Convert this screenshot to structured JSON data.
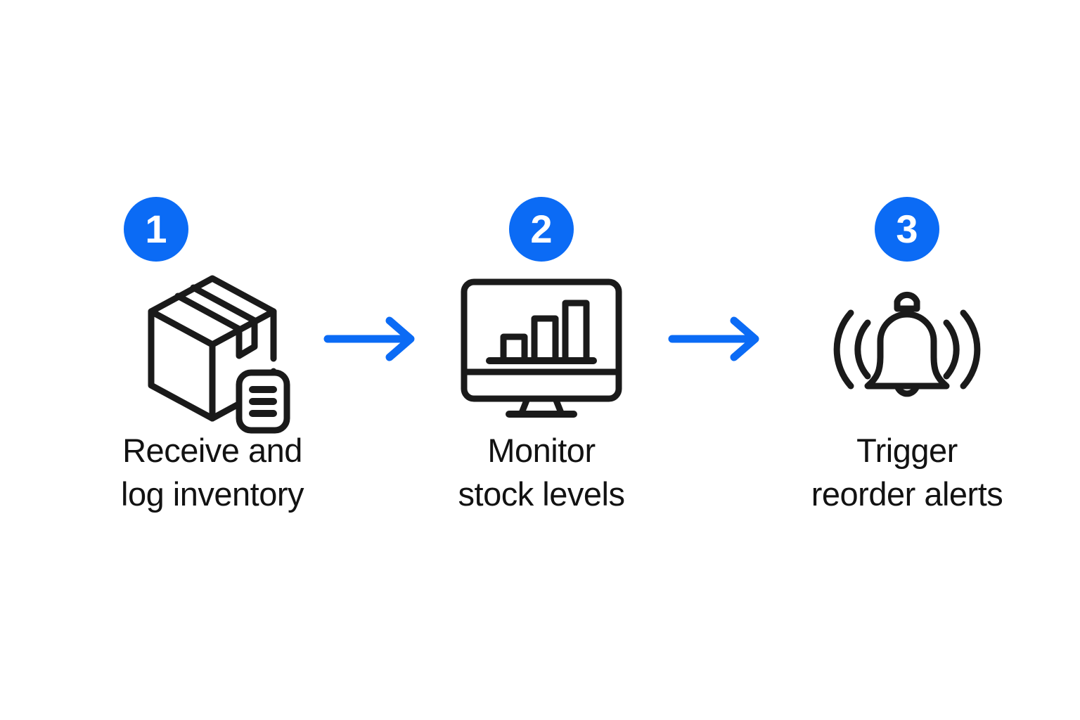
{
  "diagram": {
    "type": "process-flow",
    "orientation": "horizontal",
    "background_color": "#FFFFFF",
    "accent_color": "#0B6BF5",
    "text_color": "#121212",
    "stroke_color": "#1A1A1A",
    "steps": [
      {
        "number": "1",
        "icon": "package-box-with-label-icon",
        "label": "Receive and\nlog inventory"
      },
      {
        "number": "2",
        "icon": "monitor-bar-chart-icon",
        "label": "Monitor\nstock levels"
      },
      {
        "number": "3",
        "icon": "ringing-bell-icon",
        "label": "Trigger\nreorder alerts"
      }
    ],
    "connectors": [
      {
        "name": "arrow-step1-to-step2",
        "direction": "right",
        "color": "#0B6BF5"
      },
      {
        "name": "arrow-step2-to-step3",
        "direction": "right",
        "color": "#0B6BF5"
      }
    ]
  }
}
